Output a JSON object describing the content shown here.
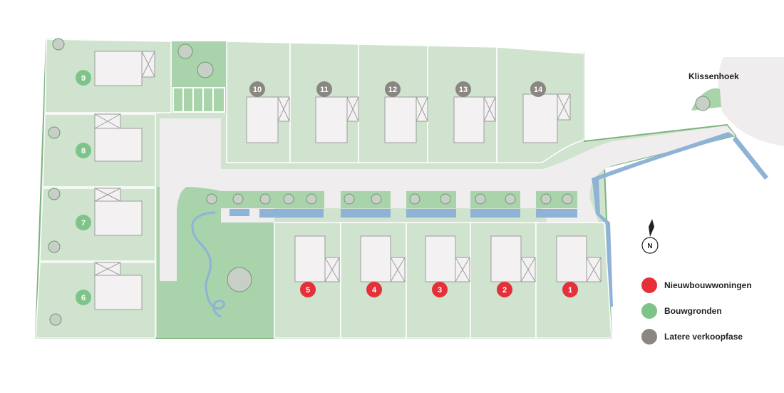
{
  "road_label": "Klissenhoek",
  "north_label": "N",
  "legend": [
    {
      "label": "Nieuwbouwwoningen",
      "color": "#e5303a"
    },
    {
      "label": "Bouwgronden",
      "color": "#7ec48a"
    },
    {
      "label": "Latere verkoopfase",
      "color": "#8a8782"
    }
  ],
  "colors": {
    "plot": "#cfe3cf",
    "plot_border": "#7fb381",
    "green_area": "#a9d3ab",
    "road": "#efeded",
    "water": "#8fb3d6",
    "house": "#f3f1f1",
    "red": "#e5303a",
    "green_marker": "#7ec48a",
    "grey_marker": "#8a8782"
  },
  "lots": {
    "new_homes": [
      "1",
      "2",
      "3",
      "4",
      "5"
    ],
    "building_plots": [
      "6",
      "7",
      "8",
      "9"
    ],
    "later_phase": [
      "10",
      "11",
      "12",
      "13",
      "14"
    ]
  }
}
